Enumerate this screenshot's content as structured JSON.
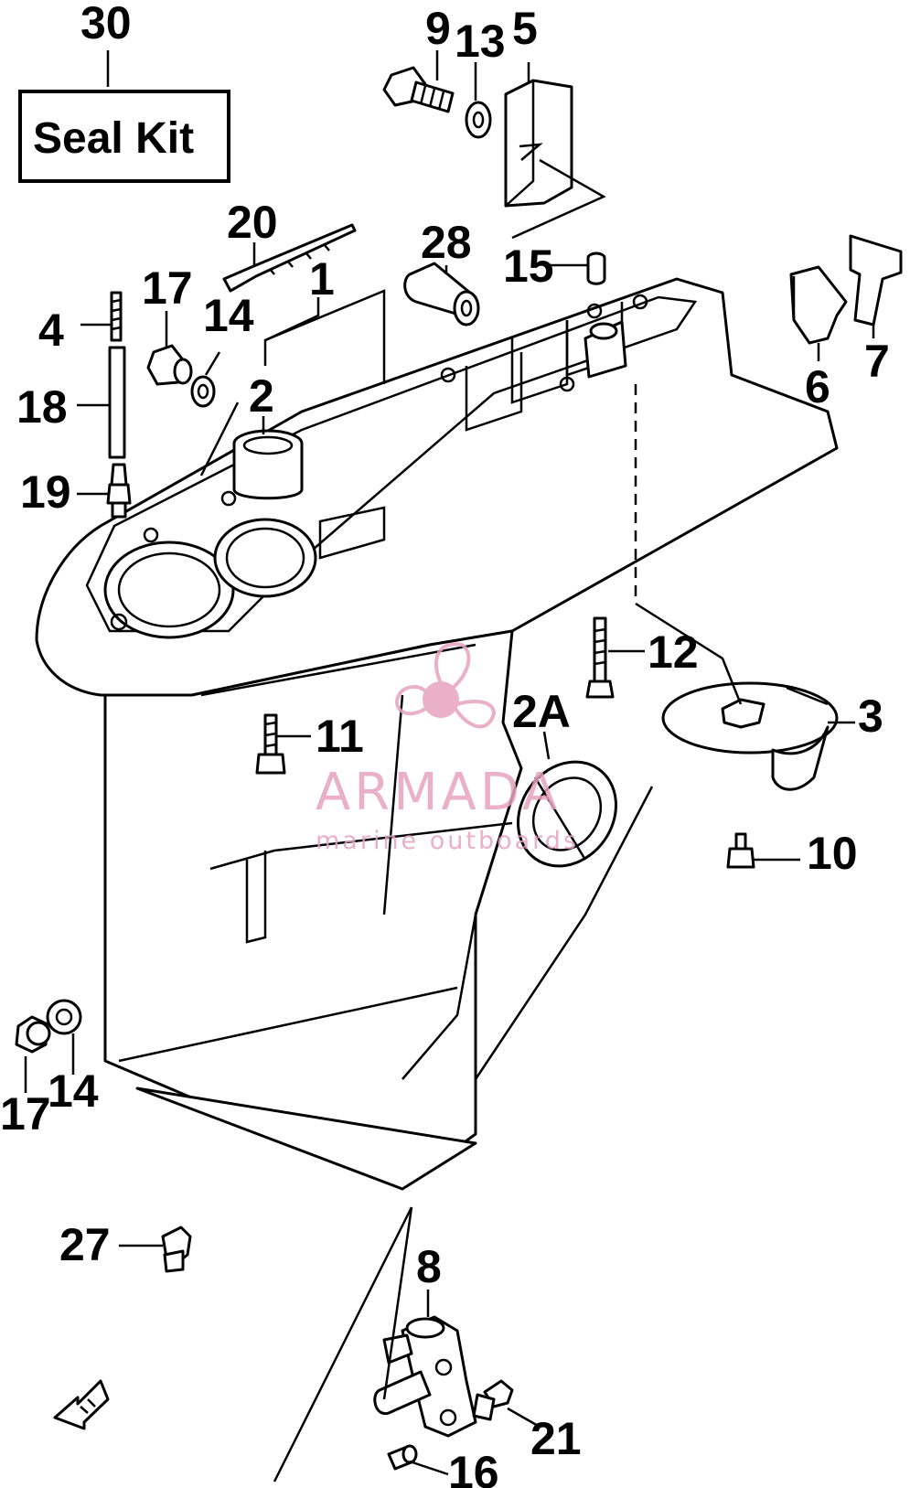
{
  "kit_box": {
    "number": "30",
    "label": "Seal Kit"
  },
  "callouts": {
    "c1": "1",
    "c2": "2",
    "c2a": "2A",
    "c3": "3",
    "c4": "4",
    "c5": "5",
    "c6": "6",
    "c7": "7",
    "c8": "8",
    "c9": "9",
    "c10": "10",
    "c11": "11",
    "c12": "12",
    "c13": "13",
    "c14a": "14",
    "c14b": "14",
    "c15": "15",
    "c16": "16",
    "c17a": "17",
    "c17b": "17",
    "c18": "18",
    "c19": "19",
    "c20": "20",
    "c21": "21",
    "c27": "27",
    "c28": "28"
  },
  "watermark": {
    "brand": "ARMADA",
    "tagline": "marine outboards",
    "color": "#e6a3bf"
  },
  "fwd_icon": "fwd-arrow-icon"
}
